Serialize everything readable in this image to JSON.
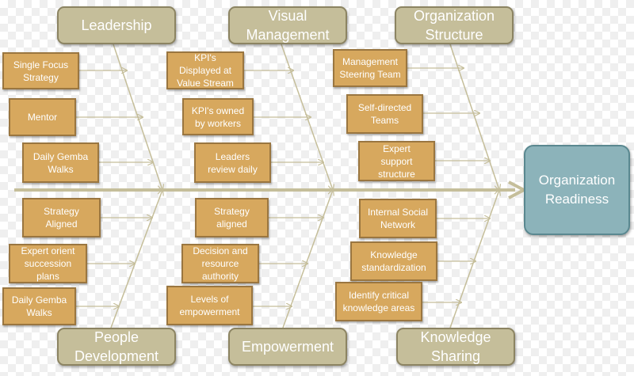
{
  "diagram": {
    "result": "Organization\nReadiness",
    "categories": {
      "leadership": "Leadership",
      "visual_management": "Visual\nManagement",
      "organization_structure": "Organization\nStructure",
      "people_development": "People\nDevelopment",
      "empowerment": "Empowerment",
      "knowledge_sharing": "Knowledge\nSharing"
    },
    "causes": {
      "single_focus_strategy": "Single Focus\nStrategy",
      "mentor": "Mentor",
      "daily_gemba_walks_top": "Daily Gemba\nWalks",
      "kpis_displayed": "KPI's\nDisplayed at\nValue Stream",
      "kpis_owned": "KPI's owned\nby workers",
      "leaders_review": "Leaders\nreview daily",
      "management_steering": "Management\nSteering Team",
      "self_directed": "Self-directed\nTeams",
      "expert_support": "Expert\nsupport\nstructure",
      "strategy_aligned_left": "Strategy\nAligned",
      "expert_orient": "Expert orient\nsuccession\nplans",
      "daily_gemba_walks_bottom": "Daily Gemba\nWalks",
      "strategy_aligned_mid": "Strategy\naligned",
      "decision_authority": "Decision and\nresource\nauthority",
      "levels_empowerment": "Levels of\nempowerment",
      "internal_social": "Internal Social\nNetwork",
      "knowledge_standardization": "Knowledge\nstandardization",
      "identify_critical": "Identify critical\nknowledge areas"
    }
  },
  "colors": {
    "category_fill": "#c5be9a",
    "cause_fill": "#d7a85e",
    "result_fill": "#8cb3ba",
    "line": "#c5be9a"
  }
}
